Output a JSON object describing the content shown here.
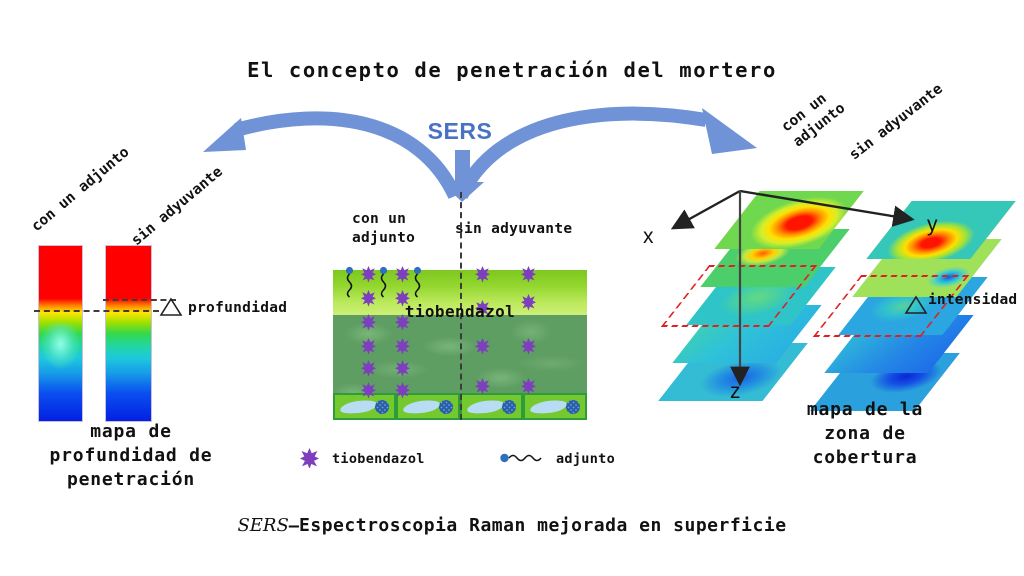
{
  "title": "El concepto de penetración del mortero",
  "center_arrow_label": "SERS",
  "footer": {
    "abbrev": "SERS",
    "dash": "–",
    "expansion": "Espectroscopia Raman mejorada en superficie"
  },
  "colors": {
    "arrow_blue": "#6f93d6",
    "sers_blue": "#4a72c4",
    "heat_hot": "#fe0000",
    "heat_cold": "#0320e2",
    "mortar_top": "#93d62f",
    "mortar_body": "#5f9e63",
    "cell_fill": "#74c92e",
    "cell_border": "#2f9c3c",
    "molecule_purple": "#7d3fbd",
    "adjunct_blue": "#2f6fc0",
    "highlight_red": "#e02020"
  },
  "left_panel": {
    "name": "mapa de profundidad de penetración",
    "label_with_adjunct": "con un adjunto",
    "label_without_adjuvant": "sin adyuvante",
    "delta_icon": "triangle-delta-icon",
    "delta_label": "profundidad",
    "caption_lines": [
      "mapa de",
      "profundidad de",
      "penetración"
    ],
    "columns": [
      {
        "id": "con-adjunto",
        "penetration_depth_pct": 68
      },
      {
        "id": "sin-adyuvante",
        "penetration_depth_pct": 44
      }
    ]
  },
  "center_panel": {
    "label_with_adjunct_lines": [
      "con un",
      "adjunto"
    ],
    "label_without_adjuvant": "sin adyuvante",
    "material_label": "tiobendazol",
    "legend": [
      {
        "icon": "purple-star-icon",
        "label": "tiobendazol"
      },
      {
        "icon": "blue-dot-squiggle-icon",
        "label": "adjunto"
      }
    ],
    "cells_count": 4
  },
  "right_panel": {
    "label_with_adjunct_lines": [
      "con un",
      "adjunto"
    ],
    "label_without_adjuvant": "sin adyuvante",
    "axis_x": "x",
    "axis_y": "y",
    "axis_z": "z",
    "delta_icon": "triangle-delta-icon",
    "delta_label": "intensidad",
    "caption_lines": [
      "mapa de la",
      "zona de",
      "cobertura"
    ],
    "layers": 5,
    "highlighted_layer_index": 3
  }
}
